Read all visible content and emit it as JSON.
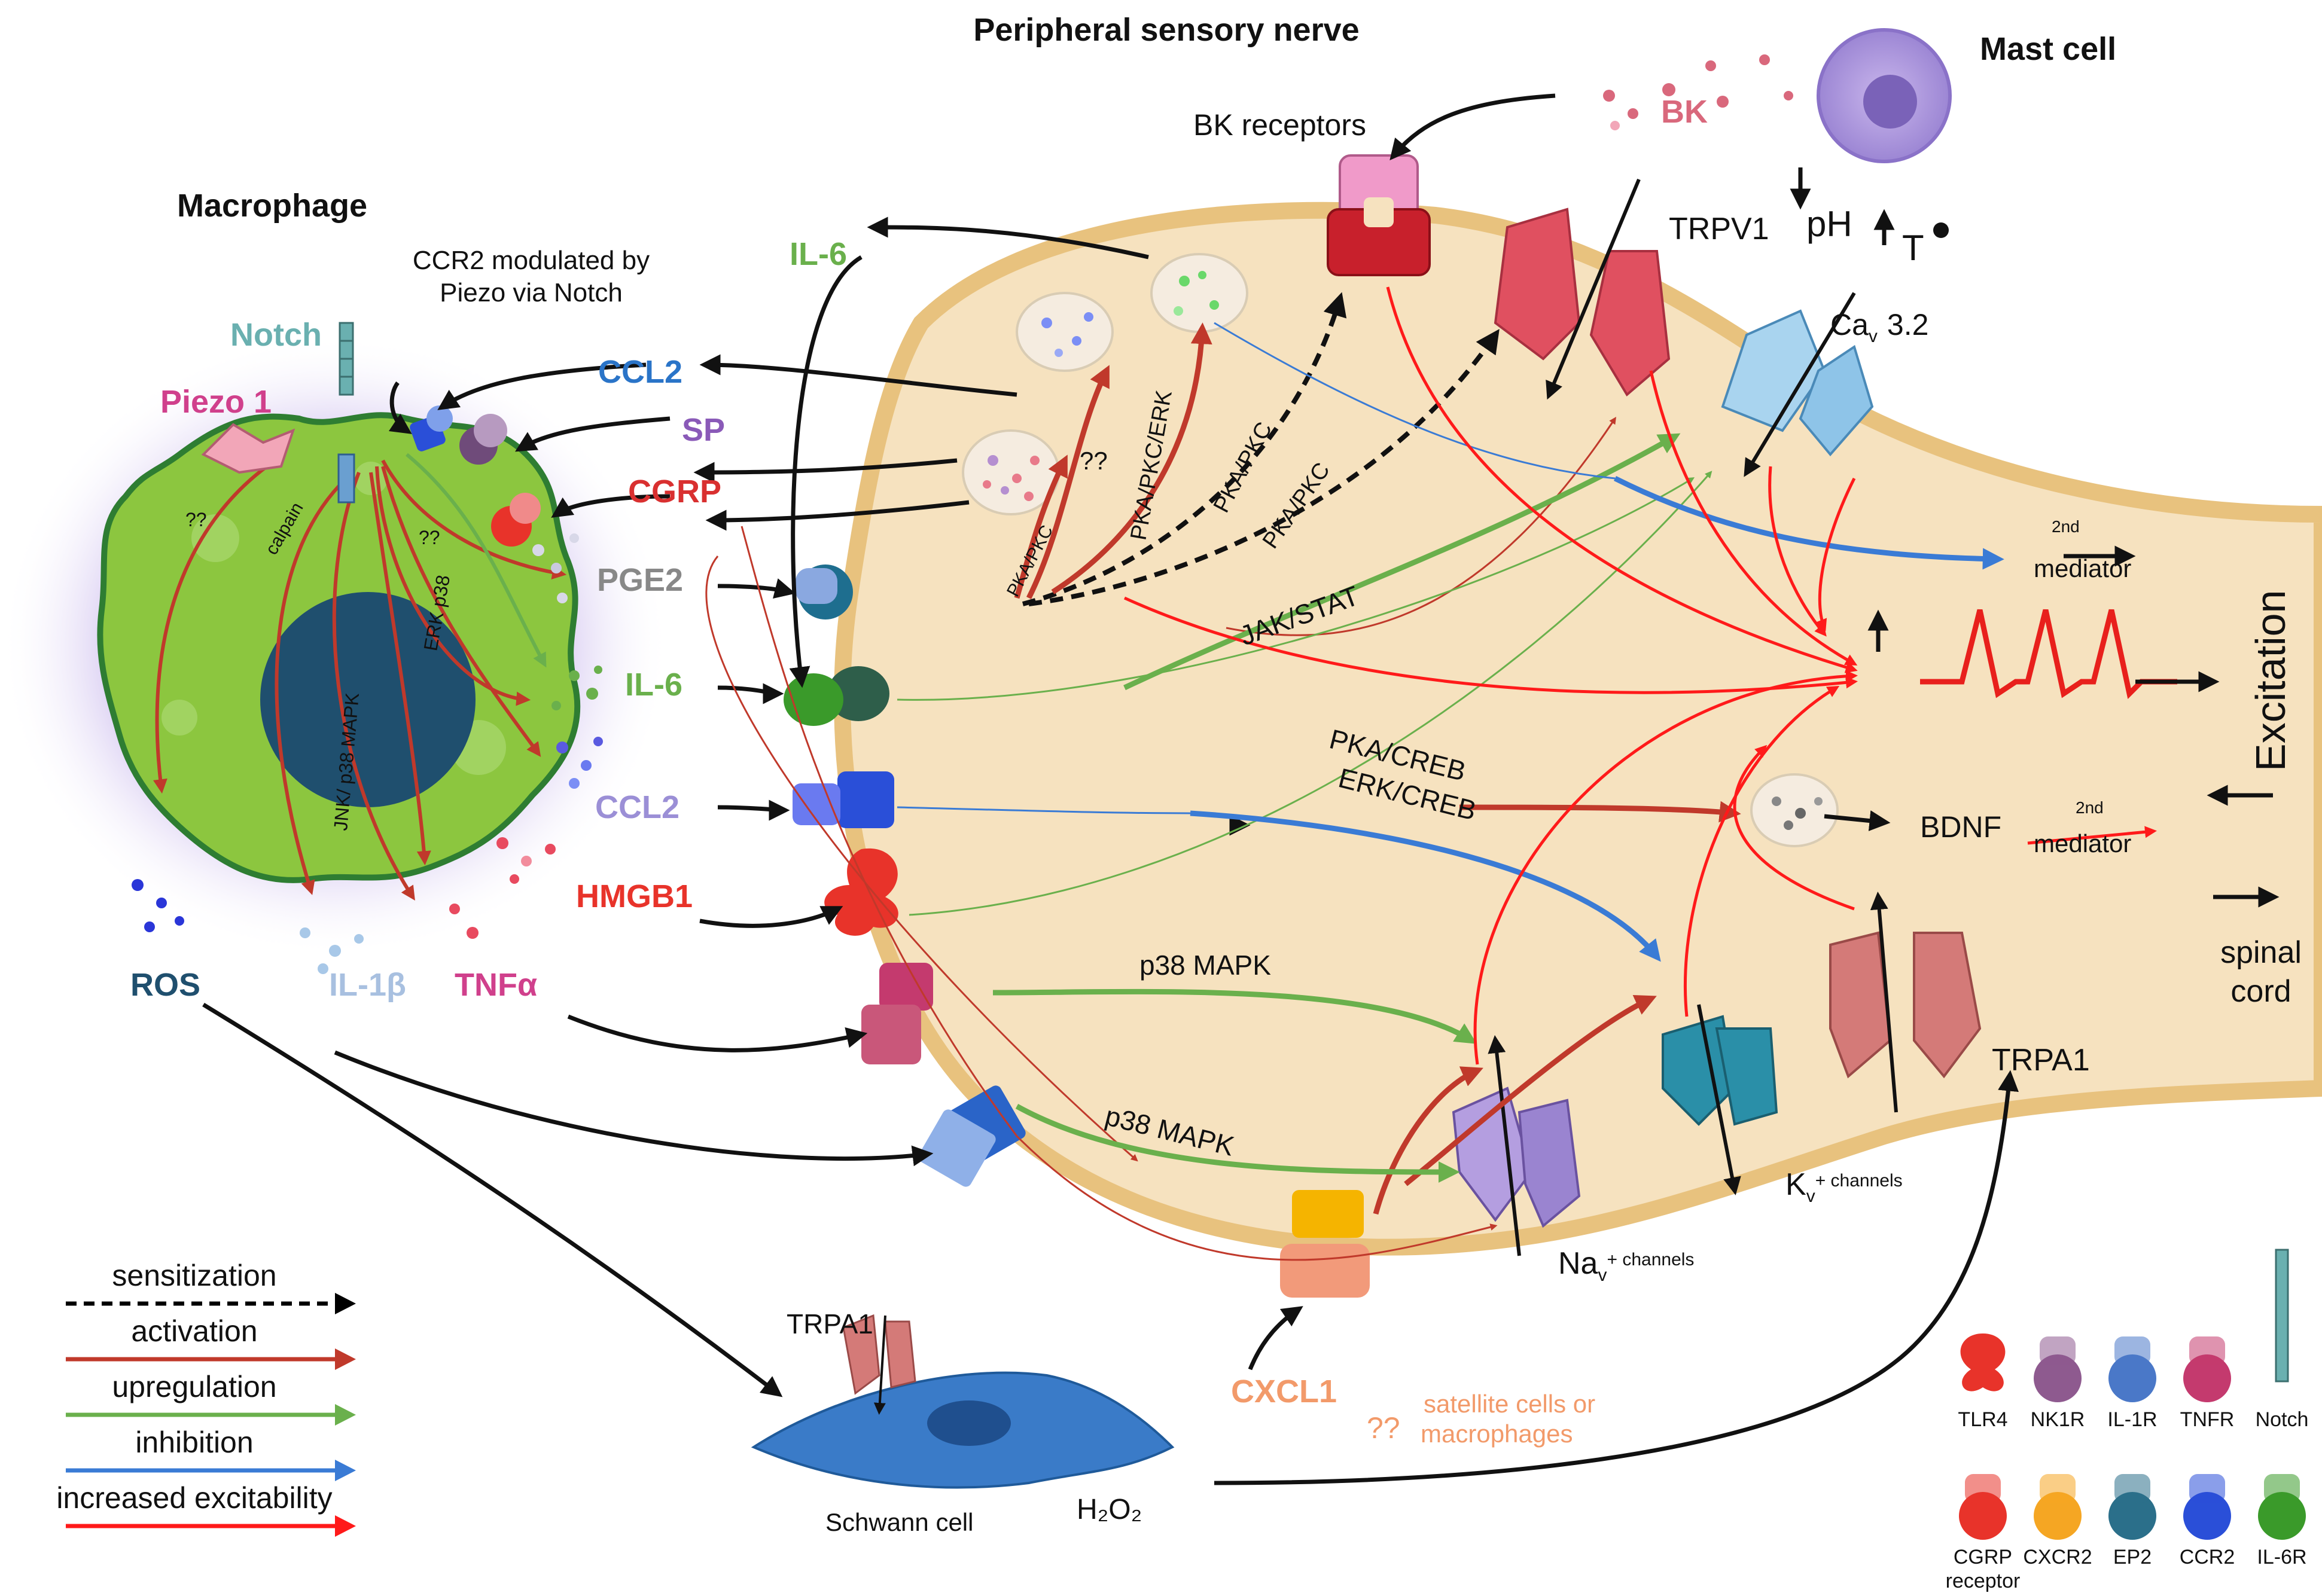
{
  "titles": {
    "nerve": "Peripheral sensory nerve",
    "mast_cell": "Mast cell",
    "macrophage": "Macrophage",
    "ccr2_note_line1": "CCR2 modulated by",
    "ccr2_note_line2": "Piezo via Notch"
  },
  "macrophage": {
    "notch": "Notch",
    "piezo": "Piezo 1",
    "calpain": "calpain",
    "q1": "??",
    "q2": "??",
    "erk_p38": "ERK p38",
    "jnk_p38": "JNK/ p38 MAPK"
  },
  "mediators": {
    "il6_top": "IL-6",
    "ccl2_top": "CCL2",
    "sp": "SP",
    "cgrp": "CGRP",
    "pge2": "PGE2",
    "il6_mid": "IL-6",
    "ccl2_mid": "CCL2",
    "hmgb1": "HMGB1",
    "ros": "ROS",
    "il1b": "IL-1β",
    "tnfa": "TNFα",
    "bk": "BK",
    "cxcl1": "CXCL1",
    "h2o2": "H₂O₂"
  },
  "nerve_labels": {
    "bk_receptors": "BK receptors",
    "trpv1": "TRPV1",
    "ph": "pH",
    "t": "T",
    "cav_main": "Ca",
    "cav_sub": "v",
    "cav_num": "3.2",
    "second_mediator_top_sup": "2nd",
    "mediator_top": "mediator",
    "second_mediator_bot_sup": "2nd",
    "mediator_bot": "mediator",
    "bdnf": "BDNF",
    "excitation": "Excitation",
    "spinal_1": "spinal",
    "spinal_2": "cord",
    "trpa1_nerve": "TRPA1",
    "kv_main": "K",
    "kv_sub": "v",
    "kv_rest": "+ channels",
    "nav_main": "Na",
    "nav_sub": "v",
    "nav_rest": "+ channels",
    "satellite_q": "??",
    "satellite_1": "satellite cells or",
    "satellite_2": "macrophages"
  },
  "pathways": {
    "pka_pkc_small": "PKA/PKC",
    "q_mark": "??",
    "pka_pkc_erk": "PKA/PKC/ERK",
    "pka_pkc_a": "PKA/PKC",
    "pka_pkc_b": "PKA/PKC",
    "jak_stat": "JAK/STAT",
    "pka_creb": "PKA/CREB",
    "erk_creb": "ERK/CREB",
    "p38_a": "p38 MAPK",
    "p38_b": "p38 MAPK"
  },
  "schwann": {
    "trpa1": "TRPA1",
    "label": "Schwann cell"
  },
  "legend_lines": [
    {
      "label": "sensitization",
      "color": "#000000",
      "style": "dashed"
    },
    {
      "label": "activation",
      "color": "#c0392b",
      "style": "solid"
    },
    {
      "label": "upregulation",
      "color": "#6ab04c",
      "style": "solid"
    },
    {
      "label": "inhibition",
      "color": "#3a7bd5",
      "style": "solid"
    },
    {
      "label": "increased excitability",
      "color": "#ff1a1a",
      "style": "solid"
    }
  ],
  "receptor_key": [
    {
      "label": "TLR4",
      "icon": "tlr4-icon",
      "color": "#e8332a"
    },
    {
      "label": "NK1R",
      "icon": "nk1r-icon",
      "color": "#8e5a8f"
    },
    {
      "label": "IL-1R",
      "icon": "il1r-icon",
      "color": "#4a78c8"
    },
    {
      "label": "TNFR",
      "icon": "tnfr-icon",
      "color": "#c43a6e"
    },
    {
      "label": "Notch",
      "icon": "notch-icon",
      "color": "#6ab0b0"
    },
    {
      "label": "CGRP",
      "label2": "receptor",
      "icon": "cgrp-receptor-icon",
      "color": "#e8332a"
    },
    {
      "label": "CXCR2",
      "icon": "cxcr2-icon",
      "color": "#f5a623"
    },
    {
      "label": "EP2",
      "icon": "ep2-icon",
      "color": "#2b6f8a"
    },
    {
      "label": "CCR2",
      "icon": "ccr2-icon",
      "color": "#2a4fd8"
    },
    {
      "label": "IL-6R",
      "icon": "il6r-icon",
      "color": "#3a9a2a"
    }
  ],
  "colors": {
    "nerve_fill": "#f6e2bf",
    "nerve_edge": "#e8c27e",
    "macrophage": "#8cc63f",
    "nucleus": "#1f4f6e",
    "activation": "#c0392b",
    "upregulation": "#6ab04c",
    "inhibition": "#3a7bd5",
    "excitability": "#ff1a1a"
  }
}
